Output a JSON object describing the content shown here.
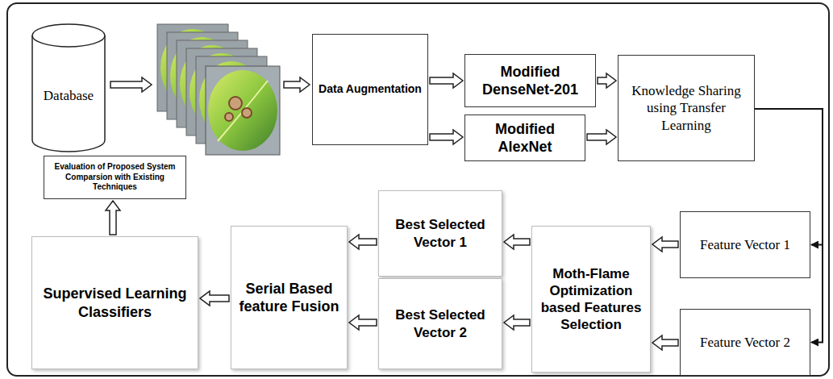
{
  "diagram": {
    "nodes": [
      {
        "text": [
          "Database"
        ]
      },
      {
        "text": [
          "Data Augmentation"
        ]
      },
      {
        "text": [
          "Modified DenseNet-201"
        ]
      },
      {
        "text": [
          "Modified AlexNet"
        ]
      },
      {
        "text": [
          "Knowledge Sharing using Transfer Learning"
        ]
      },
      {
        "text": [
          "Evaluation of Proposed System Comparsion with Existing Techniques"
        ]
      },
      {
        "text": [
          "Best Selected Vector 1"
        ]
      },
      {
        "text": [
          "Moth-Flame Optimization based Features Selection"
        ]
      },
      {
        "text": [
          "Feature Vector 1"
        ]
      },
      {
        "text": [
          "Supervised Learning Classifiers"
        ]
      },
      {
        "text": [
          "Serial Based feature Fusion"
        ]
      },
      {
        "text": [
          "Best Selected Vector 2"
        ]
      },
      {
        "text": [
          "Feature Vector 2"
        ]
      }
    ],
    "edges": [
      {
        "from": 1,
        "to": 2,
        "arrow": "to"
      },
      {
        "from": 1,
        "to": 3,
        "arrow": "to"
      },
      {
        "from": 2,
        "to": 4,
        "arrow": "to"
      },
      {
        "from": 3,
        "to": 4,
        "arrow": "to"
      },
      {
        "from": 4,
        "to": 8,
        "arrow": "to"
      },
      {
        "from": 4,
        "to": 12,
        "arrow": "to"
      },
      {
        "from": 8,
        "to": 7,
        "arrow": "to"
      },
      {
        "from": 12,
        "to": 7,
        "arrow": "to"
      },
      {
        "from": 7,
        "to": 6,
        "arrow": "to"
      },
      {
        "from": 7,
        "to": 11,
        "arrow": "to"
      },
      {
        "from": 6,
        "to": 10,
        "arrow": "to"
      },
      {
        "from": 11,
        "to": 10,
        "arrow": "to"
      },
      {
        "from": 10,
        "to": 9,
        "arrow": "to"
      },
      {
        "from": 9,
        "to": 5,
        "arrow": "to"
      }
    ]
  }
}
